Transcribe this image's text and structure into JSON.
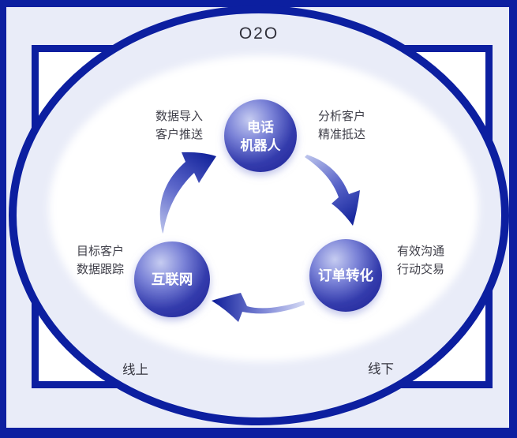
{
  "diagram": {
    "title": "O2O",
    "zones": {
      "online": "线上",
      "offline": "线下"
    },
    "nodes": {
      "phone": {
        "line1": "电话",
        "line2": "机器人"
      },
      "order": {
        "label": "订单转化"
      },
      "internet": {
        "label": "互联网"
      }
    },
    "annotations": {
      "data_import": {
        "line1": "数据导入",
        "line2": "客户推送"
      },
      "analyze": {
        "line1": "分析客户",
        "line2": "精准抵达"
      },
      "communicate": {
        "line1": "有效沟通",
        "line2": "行动交易"
      },
      "target": {
        "line1": "目标客户",
        "line2": "数据跟踪"
      }
    },
    "colors": {
      "primary_navy": "#0c1fa0",
      "lavender": "#e9ecf8",
      "white": "#ffffff",
      "sphere_highlight": "#c6ccf1",
      "sphere_dark": "#272c9e",
      "arrow_tail_light": "#bcc4ec",
      "label_text": "#41414b",
      "title_text": "#30303a"
    }
  }
}
